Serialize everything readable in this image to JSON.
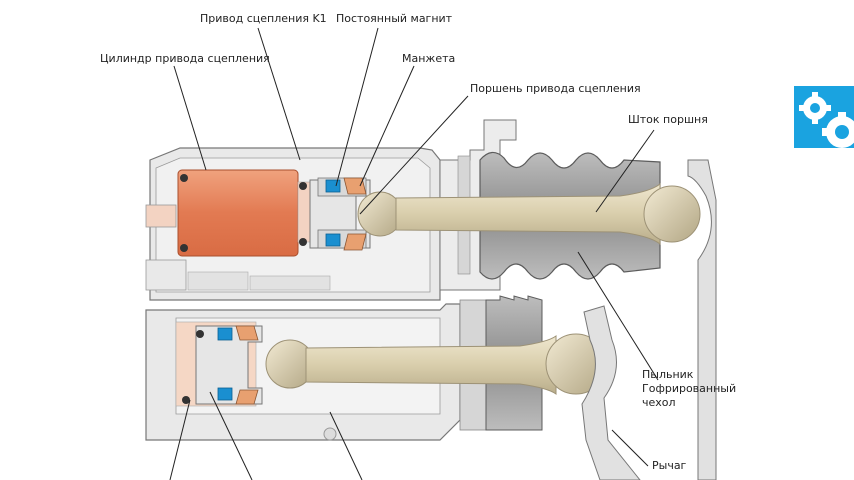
{
  "labels": {
    "actuator_k1": "Привод сцепления K1",
    "permanent_magnet": "Постоянный магнит",
    "cylinder": "Цилиндр привода сцепления",
    "cuff": "Манжета",
    "piston": "Поршень привода сцепления",
    "rod": "Шток поршня",
    "dust_boot_line1": "Пыльник",
    "dust_boot_line2": "Гофрированный",
    "dust_boot_line3": "чехол",
    "lever": "Рычаг"
  },
  "colors": {
    "housing_fill": "#e6e6e6",
    "housing_stroke": "#777777",
    "chamber_fill": "#e8855e",
    "chamber_light": "#f3d3c2",
    "rod_fill": "#ddd3b4",
    "rod_stroke": "#9d9276",
    "boot_fill": "#9a9a9a",
    "magnet_blue": "#1a8fd0",
    "logo_blue": "#1aa3e0",
    "leader": "#222222"
  },
  "icons": {
    "logo": "gear-logo-icon"
  }
}
